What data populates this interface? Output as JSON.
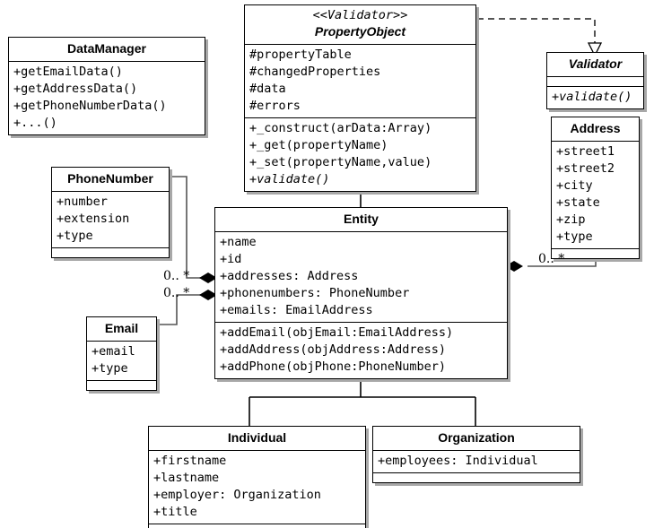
{
  "diagram": {
    "title": "UML Class Diagram",
    "colors": {
      "line": "#000000",
      "shadow": "#a8a8a8",
      "fill": "#ffffff"
    }
  },
  "classes": {
    "data_manager": {
      "name": "DataManager",
      "attributes": [],
      "operations": [
        "+getEmailData()",
        "+getAddressData()",
        "+getPhoneNumberData()",
        "+...()"
      ]
    },
    "property_object": {
      "stereotype": "<<Validator>>",
      "name": "PropertyObject",
      "abstract": true,
      "attributes": [
        "#propertyTable",
        "#changedProperties",
        "#data",
        "#errors"
      ],
      "operations": [
        "+_construct(arData:Array)",
        "+_get(propertyName)",
        "+_set(propertyName,value)",
        "+validate()"
      ],
      "abstract_operations": [
        "+validate()"
      ]
    },
    "validator": {
      "name": "Validator",
      "abstract": true,
      "attributes": [],
      "operations": [
        "+validate()"
      ],
      "abstract_operations": [
        "+validate()"
      ]
    },
    "address": {
      "name": "Address",
      "attributes": [
        "+street1",
        "+street2",
        "+city",
        "+state",
        "+zip",
        "+type"
      ],
      "operations": []
    },
    "phone_number": {
      "name": "PhoneNumber",
      "attributes": [
        "+number",
        "+extension",
        "+type"
      ],
      "operations": []
    },
    "email": {
      "name": "Email",
      "attributes": [
        "+email",
        "+type"
      ],
      "operations": []
    },
    "entity": {
      "name": "Entity",
      "attributes": [
        "+name",
        "+id",
        "+addresses: Address",
        "+phonenumbers: PhoneNumber",
        "+emails: EmailAddress"
      ],
      "operations": [
        "+addEmail(objEmail:EmailAddress)",
        "+addAddress(objAddress:Address)",
        "+addPhone(objPhone:PhoneNumber)"
      ]
    },
    "individual": {
      "name": "Individual",
      "attributes": [
        "+firstname",
        "+lastname",
        "+employer: Organization",
        "+title"
      ],
      "operations": []
    },
    "organization": {
      "name": "Organization",
      "attributes": [
        "+employees: Individual"
      ],
      "operations": []
    }
  },
  "relationships": {
    "phone_to_entity": {
      "type": "composition",
      "multiplicity": "0.. *"
    },
    "email_to_entity": {
      "type": "composition",
      "multiplicity": "0.. *"
    },
    "address_to_entity": {
      "type": "composition",
      "multiplicity": "0.. *"
    },
    "entity_to_property_object": {
      "type": "generalization"
    },
    "individual_to_entity": {
      "type": "generalization"
    },
    "organization_to_entity": {
      "type": "generalization"
    },
    "property_object_to_validator": {
      "type": "realization"
    }
  }
}
